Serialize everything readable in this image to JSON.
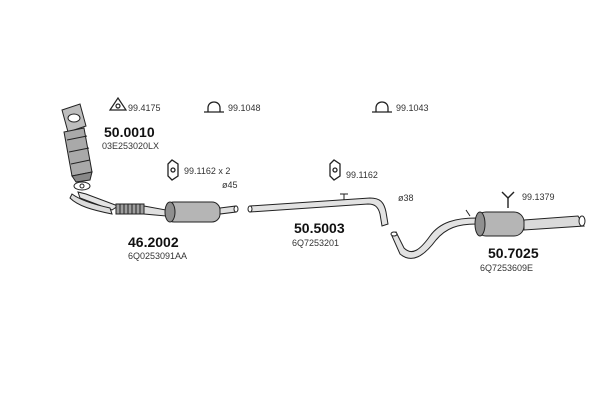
{
  "parts": {
    "catalyst": {
      "number": "50.0010",
      "oem": "03E253020LX"
    },
    "front_pipe": {
      "number": "46.2002",
      "oem": "6Q0253091AA"
    },
    "middle_pipe": {
      "number": "50.5003",
      "oem": "6Q7253201"
    },
    "rear_silencer": {
      "number": "50.7025",
      "oem": "6Q7253609E"
    }
  },
  "accessories": {
    "gasket_a": "99.4175",
    "clamp_a": "99.1048",
    "clamp_b": "99.1043",
    "hanger_a": "99.1162 x 2",
    "hanger_b": "99.1162",
    "rubber_mount": "99.1379"
  },
  "diameters": {
    "d1": "ø45",
    "d2": "ø38"
  }
}
